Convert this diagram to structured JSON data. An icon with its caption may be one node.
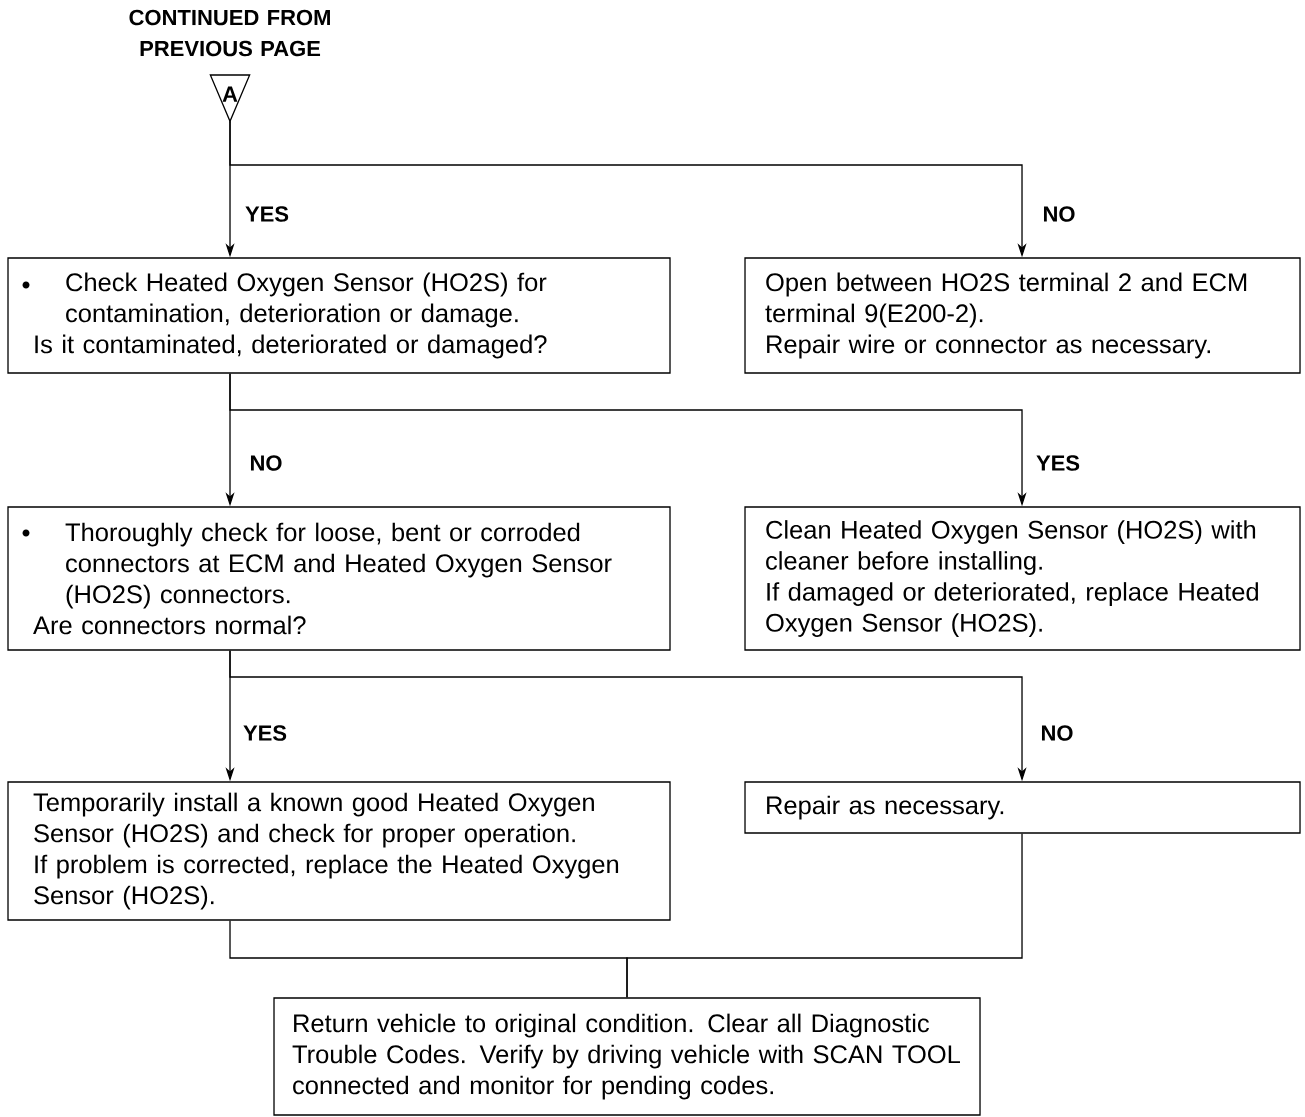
{
  "diagram": {
    "nodes": [
      {
        "text": [
          "CONTINUED FROM PREVIOUS PAGE",
          "A"
        ]
      },
      {
        "text": [
          "Check Heated Oxygen Sensor (HO2S) for contamination, deterioration or damage.",
          "Is it contaminated, deteriorated or damaged?"
        ]
      },
      {
        "text": [
          "Open between HO2S terminal 2 and ECM terminal 9(E200-2).",
          "Repair wire or connector as necessary."
        ]
      },
      {
        "text": [
          "Thoroughly check for loose, bent or corroded connectors at ECM and Heated Oxygen Sensor (HO2S) connectors.",
          "Are connectors normal?"
        ]
      },
      {
        "text": [
          "Clean Heated Oxygen Sensor (HO2S) with cleaner before installing.",
          "If damaged or deteriorated,  replace Heated Oxygen Sensor (HO2S)."
        ]
      },
      {
        "text": [
          "Temporarily install a known good Heated Oxygen Sensor (HO2S) and check for proper operation.",
          "If problem is corrected, replace the Heated  Oxygen Sensor (HO2S)."
        ]
      },
      {
        "text": [
          "Repair as necessary."
        ]
      },
      {
        "text": [
          "Return vehicle to original condition. Clear all Diagnostic Trouble Codes. Verify by driving vehicle with SCAN  TOOL connected and monitor for pending codes."
        ]
      }
    ],
    "edges": [
      {
        "from": 0,
        "to": 1,
        "arrow": "to",
        "label": "YES"
      },
      {
        "from": 0,
        "to": 2,
        "arrow": "to",
        "label": "NO"
      },
      {
        "from": 1,
        "to": 3,
        "arrow": "to",
        "label": "NO"
      },
      {
        "from": 1,
        "to": 4,
        "arrow": "to",
        "label": "YES"
      },
      {
        "from": 3,
        "to": 5,
        "arrow": "to",
        "label": "YES"
      },
      {
        "from": 3,
        "to": 6,
        "arrow": "to",
        "label": "NO"
      },
      {
        "from": 5,
        "to": 7,
        "arrow": "none"
      },
      {
        "from": 6,
        "to": 7,
        "arrow": "none"
      }
    ]
  }
}
